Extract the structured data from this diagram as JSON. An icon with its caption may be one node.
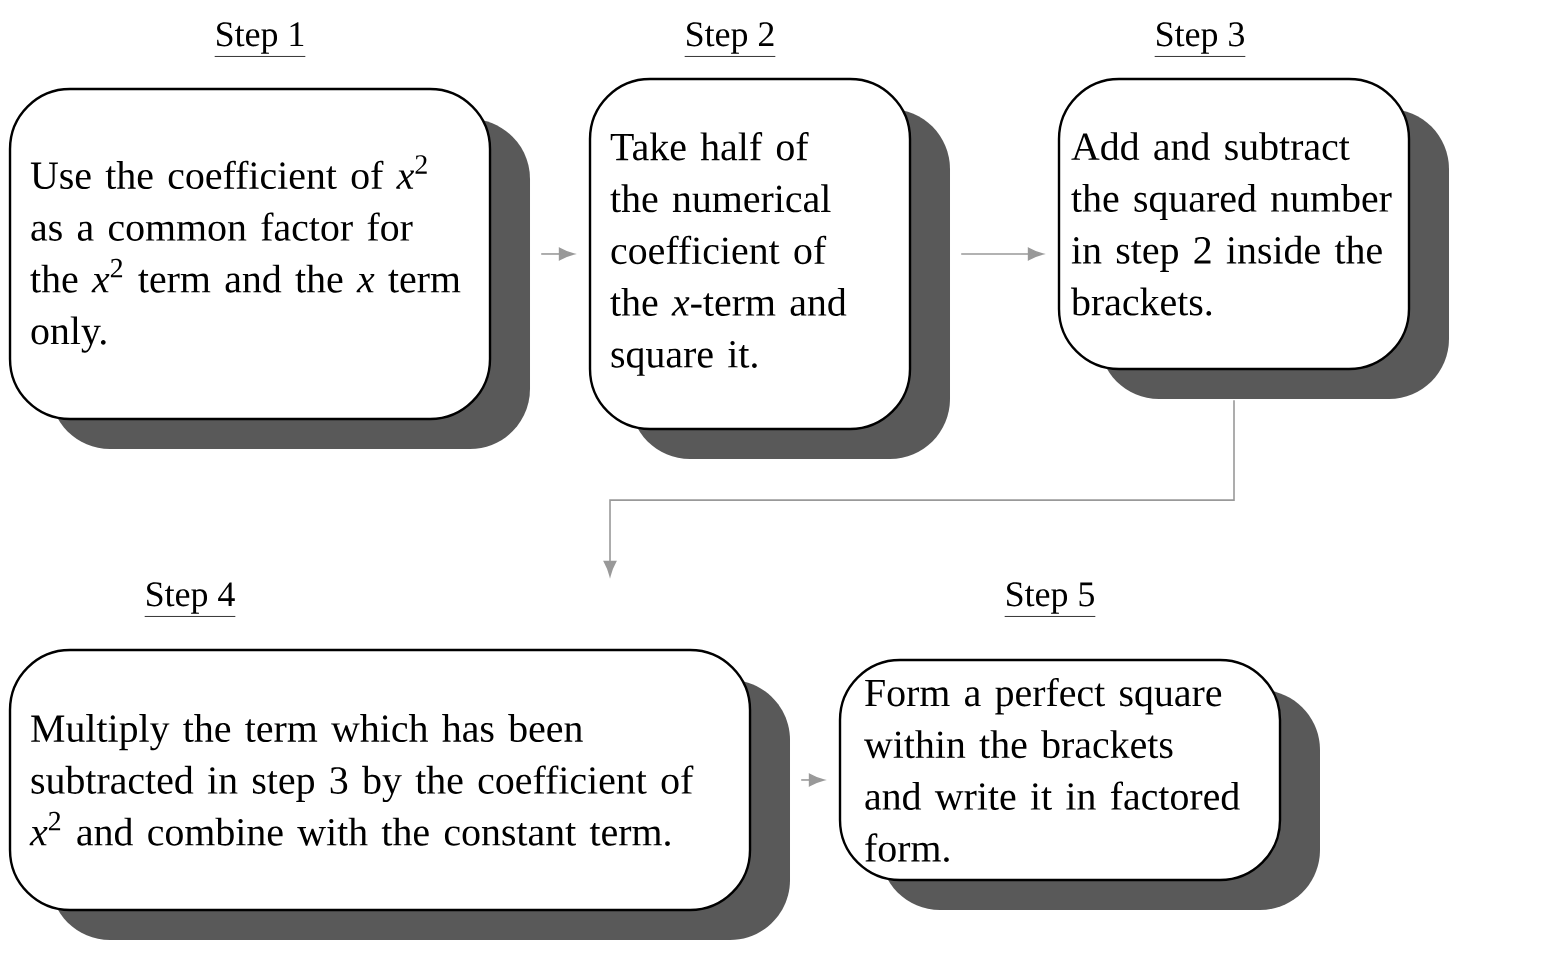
{
  "diagram": {
    "nodes": [
      {
        "text": [
          "Step 1",
          "Use the coefficient of *x*$^{2}$ as a common factor for the *x*$^{2}$ term and the *x* term only."
        ]
      },
      {
        "text": [
          "Step 2",
          "Take half of the numerical coefficient of the *x*-term and square it."
        ]
      },
      {
        "text": [
          "Step 3",
          "Add and subtract the squared number in step 2 inside the brackets."
        ]
      },
      {
        "text": [
          "Step 4",
          "Multiply the term which has been subtracted in step 3 by the coefficient of *x*$^{2}$ and combine with the constant term."
        ]
      },
      {
        "text": [
          "Step 5",
          "Form a perfect square within the brackets and write it in factored form."
        ]
      }
    ],
    "edges": [
      {
        "from": 0,
        "to": 1,
        "arrow": "to"
      },
      {
        "from": 1,
        "to": 2,
        "arrow": "to"
      },
      {
        "from": 2,
        "to": 3,
        "arrow": "to"
      },
      {
        "from": 3,
        "to": 4,
        "arrow": "to"
      }
    ]
  }
}
